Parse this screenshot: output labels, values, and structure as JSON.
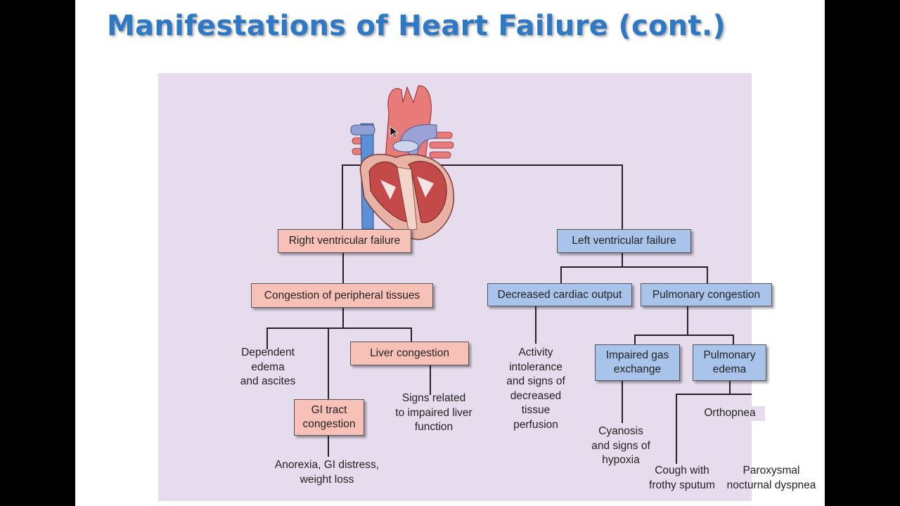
{
  "slide": {
    "title": "Manifestations of Heart Failure (cont.)"
  },
  "diagram": {
    "right_failure": "Right ventricular failure",
    "left_failure": "Left ventricular failure",
    "peripheral": "Congestion of peripheral tissues",
    "dependent_edema": [
      "Dependent",
      "edema",
      "and ascites"
    ],
    "liver": "Liver congestion",
    "liver_signs": [
      "Signs related",
      "to impaired liver",
      "function"
    ],
    "gi": [
      "GI tract",
      "congestion"
    ],
    "gi_signs": [
      "Anorexia, GI distress,",
      "weight loss"
    ],
    "cardiac_output": "Decreased cardiac output",
    "activity": [
      "Activity",
      "intolerance",
      "and signs of",
      "decreased",
      "tissue",
      "perfusion"
    ],
    "pulm_congestion": "Pulmonary congestion",
    "gas_exchange": [
      "Impaired gas",
      "exchange"
    ],
    "pulm_edema": [
      "Pulmonary",
      "edema"
    ],
    "cyanosis": [
      "Cyanosis",
      "and signs of",
      "hypoxia"
    ],
    "orthopnea": "Orthopnea",
    "cough": [
      "Cough with",
      "frothy sputum"
    ],
    "pnd": [
      "Paroxysmal",
      "nocturnal dyspnea"
    ]
  },
  "colors": {
    "title": "#2f78c4",
    "panel": "#e6dcee",
    "right_side": "#f7c1b7",
    "left_side": "#a9c4ea"
  },
  "icons": {
    "heart": "heart-illustration"
  }
}
